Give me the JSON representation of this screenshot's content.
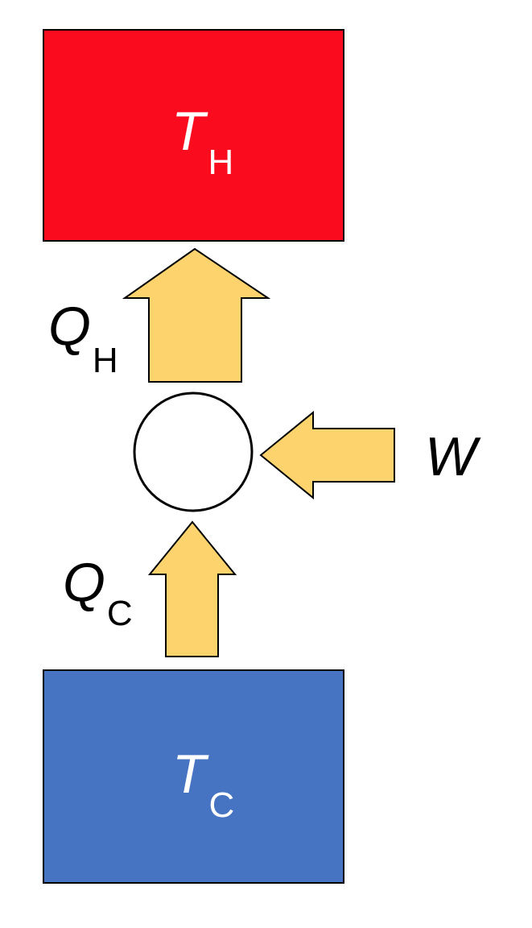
{
  "diagram": {
    "hot_reservoir": {
      "symbol": "T",
      "subscript": "H",
      "fill": "#fa0c1e"
    },
    "cold_reservoir": {
      "symbol": "T",
      "subscript": "C",
      "fill": "#4674c2"
    },
    "heat_hot": {
      "symbol": "Q",
      "subscript": "H"
    },
    "heat_cold": {
      "symbol": "Q",
      "subscript": "C"
    },
    "work": {
      "symbol": "W"
    },
    "colors": {
      "arrow_fill": "#fdd36d",
      "outline": "#000000",
      "reservoir_text": "#ffffff",
      "label_text": "#000000"
    }
  }
}
